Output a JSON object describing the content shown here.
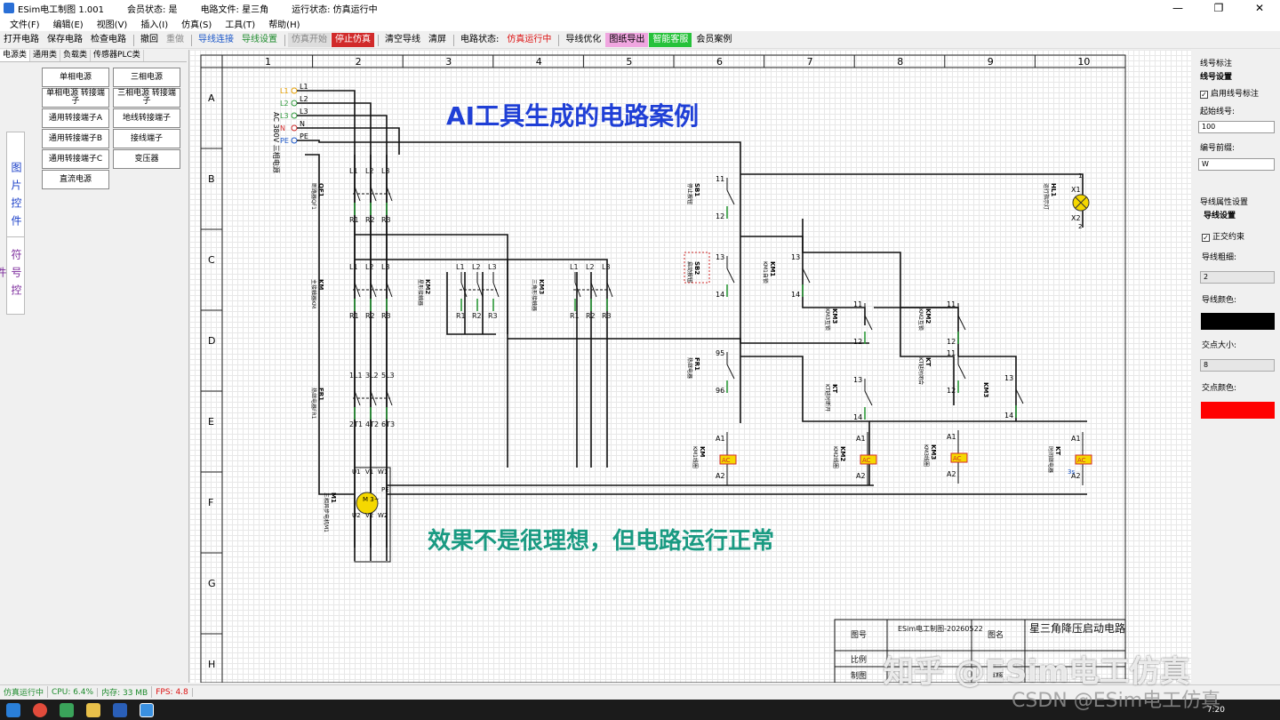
{
  "window": {
    "app_title": "ESim电工制图 1.001",
    "member_status": "会员状态:  是",
    "circuit_file": "电路文件:  星三角",
    "run_status": "运行状态:  仿真运行中",
    "controls": [
      "—",
      "❐",
      "✕"
    ]
  },
  "menu": [
    "文件(F)",
    "编辑(E)",
    "视图(V)",
    "插入(I)",
    "仿真(S)",
    "工具(T)",
    "帮助(H)"
  ],
  "toolbar": {
    "open": "打开电路",
    "save": "保存电路",
    "check": "检查电路",
    "undo": "撤回",
    "redo": "重做",
    "wire_connect": "导线连接",
    "wire_settings": "导线设置",
    "sim_start": "仿真开始",
    "sim_stop": "停止仿真",
    "clear_wires": "清空导线",
    "clear_screen": "清屏",
    "circuit_state_label": "电路状态:",
    "circuit_state_value": "仿真运行中",
    "wire_optimize": "导线优化",
    "export": "图纸导出",
    "smart_service": "智能客服",
    "cases": "会员案例"
  },
  "left_panel": {
    "tabs": [
      "电源类",
      "通用类",
      "负载类",
      "传感器PLC类"
    ],
    "components": [
      "单相电源",
      "三相电源",
      "单相电源  转接端子",
      "三相电源  转接端子",
      "通用转接端子A",
      "地线转接端子",
      "通用转接端子B",
      "接线端子",
      "通用转接端子C",
      "变压器",
      "直流电源"
    ],
    "vtab_images": "图片控件",
    "vtab_symbols": "符号控件"
  },
  "canvas": {
    "headline": "AI工具生成的电路案例",
    "note": "效果不是很理想，但电路运行正常",
    "columns": [
      "1",
      "2",
      "3",
      "4",
      "5",
      "6",
      "7",
      "8",
      "9",
      "10"
    ],
    "rows": [
      "A",
      "B",
      "C",
      "D",
      "E",
      "F",
      "G",
      "H"
    ],
    "supply": {
      "phases": [
        "L1",
        "L2",
        "L3",
        "N",
        "PE"
      ],
      "label": "AC 380V 三相电源"
    },
    "components": [
      {
        "tag": "QF1",
        "desc": "断路器QF1"
      },
      {
        "tag": "KM",
        "desc": "主接触器KM"
      },
      {
        "tag": "KM2",
        "desc": "星形接触器"
      },
      {
        "tag": "KM3",
        "desc": "三角形接触器"
      },
      {
        "tag": "FR1",
        "desc": "热继电器FR1"
      },
      {
        "tag": "M1",
        "desc": "三相异步电机M1"
      },
      {
        "tag": "SB1",
        "desc": "停止按钮"
      },
      {
        "tag": "SB2",
        "desc": "启动按钮"
      },
      {
        "tag": "FR1",
        "desc": "热继电器"
      },
      {
        "tag": "KM1",
        "desc": "KM1自锁"
      },
      {
        "tag": "KM3",
        "desc": "KM3互锁"
      },
      {
        "tag": "KM2",
        "desc": "KM2互锁"
      },
      {
        "tag": "KT",
        "desc": "KT延时断开"
      },
      {
        "tag": "KT",
        "desc": "KT延时闭合"
      },
      {
        "tag": "KM3",
        "desc": ""
      },
      {
        "tag": "KM",
        "desc": "KM1线圈"
      },
      {
        "tag": "KM2",
        "desc": "KM2线圈"
      },
      {
        "tag": "KM3",
        "desc": "KM3线圈"
      },
      {
        "tag": "KT",
        "desc": "时间继电器"
      },
      {
        "tag": "HL1",
        "desc": "运行指示灯"
      }
    ],
    "terminals": {
      "contact": [
        "11",
        "12",
        "13",
        "14",
        "95",
        "96"
      ],
      "coil": [
        "A1",
        "A2"
      ],
      "power": [
        "L1",
        "L2",
        "L3",
        "R1",
        "R2",
        "R3"
      ],
      "fr_main": [
        "1L1",
        "3L2",
        "5L3",
        "2T1",
        "4T2",
        "6T3"
      ],
      "motor": [
        "U1",
        "V1",
        "W1",
        "U2",
        "V2",
        "W2",
        "PE"
      ],
      "lamp": [
        "X1",
        "X2",
        "1",
        "2"
      ],
      "coil_mark": "AC",
      "timer_mark": "3s",
      "motor_mark": "M 3~"
    },
    "title_block": {
      "drawing_no_label": "图号",
      "drawing_no_value": "ESim电工制图-20260522",
      "name_label": "图名",
      "name_value": "星三角降压启动电路",
      "scale_label": "比例",
      "maker_label": "制图",
      "reviewer_label": "审核"
    }
  },
  "right_panel": {
    "section1": "线号标注",
    "sub1": "线号设置",
    "enable_label": "启用线号标注",
    "start_label": "起始线号:",
    "start_value": "100",
    "prefix_label": "编号前缀:",
    "prefix_value": "W",
    "section2": "导线属性设置",
    "sub2": "导线设置",
    "ortho_label": "正交约束",
    "width_label": "导线粗细:",
    "width_value": "2",
    "color_label": "导线颜色:",
    "wire_color": "#000000",
    "joint_size_label": "交点大小:",
    "joint_size_value": "8",
    "joint_color_label": "交点颜色:",
    "joint_color": "#ff0000"
  },
  "status": {
    "state": "仿真运行中",
    "cpu": "CPU: 6.4%",
    "mem": "内存: 33 MB",
    "fps": "FPS: 4.8"
  },
  "taskbar": {
    "clock": "7:20"
  },
  "watermarks": {
    "main": "知乎 @ESim电工仿真",
    "csdn": "CSDN @ESim电工仿真"
  }
}
